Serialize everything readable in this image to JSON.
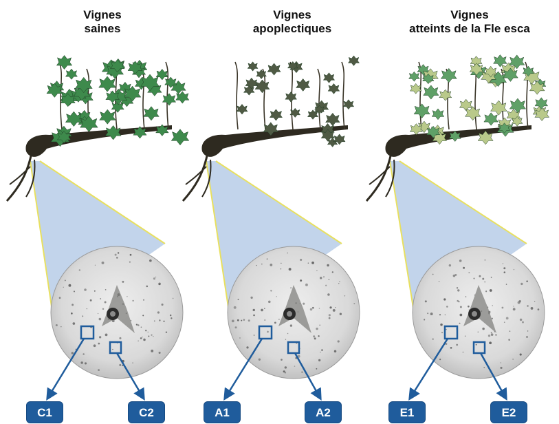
{
  "panels": [
    {
      "title_line1": "Vignes",
      "title_line2": "saines",
      "foliage_color": "#3e8a4c",
      "left_sample": "C1",
      "right_sample": "C2"
    },
    {
      "title_line1": "Vignes",
      "title_line2": "apoplectiques",
      "foliage_color": "#4f5a44",
      "left_sample": "A1",
      "right_sample": "A2"
    },
    {
      "title_line1": "Vignes",
      "title_line2": "atteints de la Fle esca",
      "foliage_color": "#5fa067",
      "left_sample": "E1",
      "right_sample": "E2"
    }
  ],
  "colors": {
    "trunk": "#2e2a20",
    "zoom_cone": "#b7cde8",
    "cone_edge": "#e8e060",
    "wood_disc": "#d9d9d9",
    "marker": "#1f5c9c"
  },
  "icons": [
    "vine-plant-icon",
    "wood-cross-section-icon",
    "sample-box-icon"
  ]
}
